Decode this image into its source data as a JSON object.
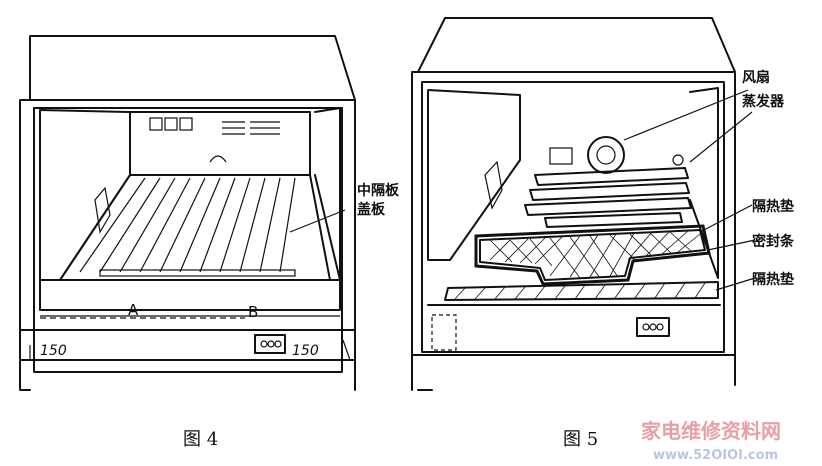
{
  "figure4": {
    "caption": "图 4",
    "labels": {
      "middle_partition": "中隔板",
      "cover_plate": "盖板",
      "point_a": "A",
      "point_b": "B",
      "dim_left": "150",
      "dim_right": "150"
    }
  },
  "figure5": {
    "caption": "图 5",
    "labels": {
      "fan": "风扇",
      "evaporator": "蒸发器",
      "insulation_pad_upper": "隔热垫",
      "sealing_strip": "密封条",
      "insulation_pad_lower": "隔热垫"
    }
  },
  "watermark": {
    "site_name": "家电维修资料网",
    "site_url": "www.52OIOI.com"
  },
  "colors": {
    "ink": "#111111",
    "background": "#ffffff",
    "watermark_pink": "#e8a0a8",
    "watermark_blue": "#b8c8e0"
  }
}
